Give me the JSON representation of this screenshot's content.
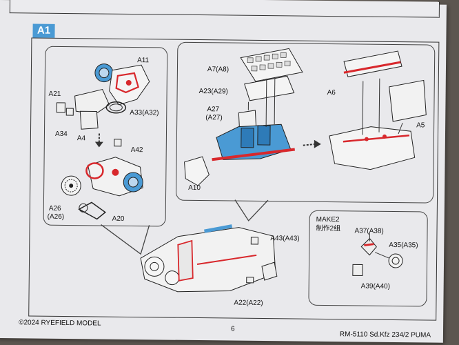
{
  "step": "A1",
  "left_panel_labels": {
    "a11": "A11",
    "a21": "A21",
    "a33": "A33(A32)",
    "a34": "A34",
    "a4": "A4",
    "a42": "A42",
    "a26": "A26",
    "a26b": "(A26)",
    "a20": "A20"
  },
  "right_panel_labels": {
    "a7": "A7(A8)",
    "a23": "A23(A29)",
    "a27": "A27",
    "a27b": "(A27)",
    "a10": "A10",
    "a6": "A6",
    "a5": "A5"
  },
  "bottom_labels": {
    "a43": "A43(A43)",
    "a22": "A22(A22)"
  },
  "make_panel": {
    "make": "MAKE2",
    "make_cn": "制作2组",
    "a37": "A37(A38)",
    "a35": "A35(A35)",
    "a39": "A39(A40)"
  },
  "footer": {
    "copyright": "©2024 RYEFIELD MODEL",
    "page": "6",
    "model": "RM-5110 Sd.Kfz 234/2 PUMA"
  },
  "colors": {
    "blue_part": "#4a9ad4",
    "red_part": "#d8282c",
    "paper": "#e9e9ec"
  }
}
